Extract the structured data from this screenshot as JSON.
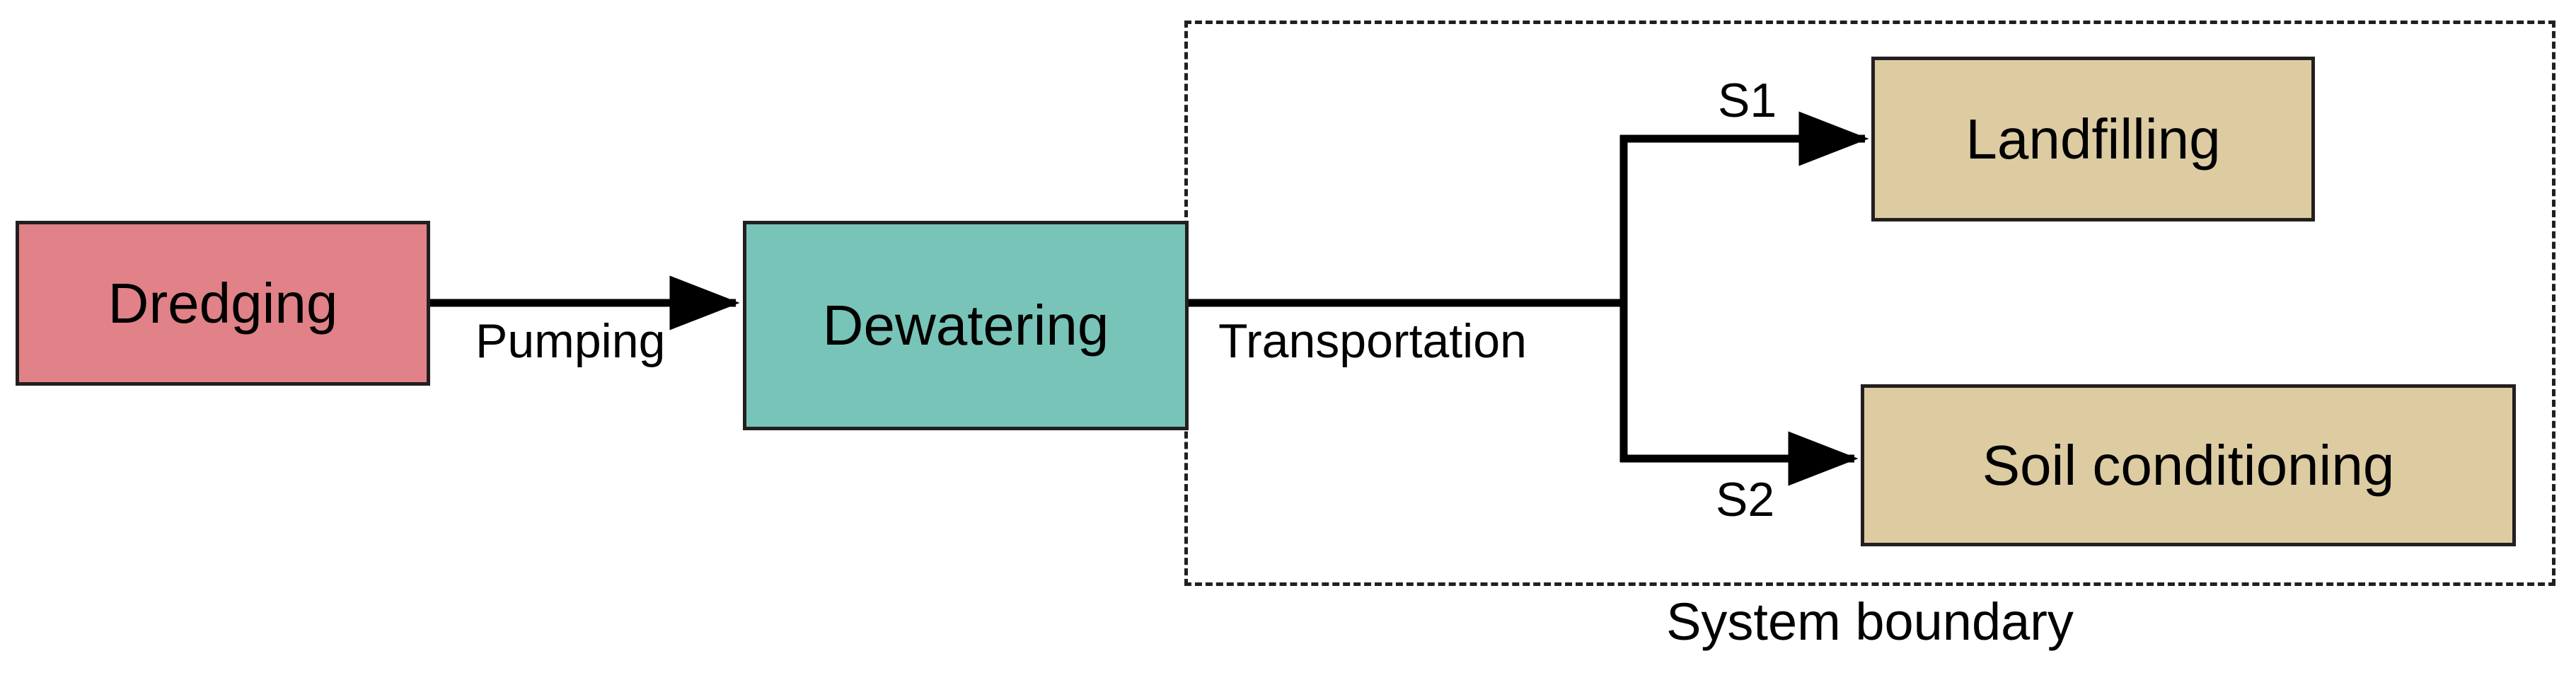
{
  "diagram": {
    "title_caption": "System boundary",
    "background_color": "#ffffff",
    "line_color": "#231f20"
  },
  "nodes": [
    {
      "id": "dredging",
      "label": "Dredging",
      "fill": "#E08287",
      "border": "#231f20",
      "inside_boundary": false
    },
    {
      "id": "dewatering",
      "label": "Dewatering",
      "fill": "#78C4B8",
      "border": "#231f20",
      "inside_boundary": false
    },
    {
      "id": "landfilling",
      "label": "Landfilling",
      "fill": "#DDCCA2",
      "border": "#231f20",
      "inside_boundary": true
    },
    {
      "id": "soil_conditioning",
      "label": "Soil conditioning",
      "fill": "#DDCCA2",
      "border": "#231f20",
      "inside_boundary": true
    }
  ],
  "edges": [
    {
      "id": "pumping",
      "label": "Pumping",
      "from": "dredging",
      "to": "dewatering",
      "arrow": true
    },
    {
      "id": "transportation",
      "label": "Transportation",
      "from": "dewatering",
      "to": "branch",
      "arrow": false
    },
    {
      "id": "s1",
      "label": "S1",
      "from": "branch",
      "to": "landfilling",
      "arrow": true
    },
    {
      "id": "s2",
      "label": "S2",
      "from": "branch",
      "to": "soil_conditioning",
      "arrow": true
    }
  ],
  "boundary": {
    "label": "System boundary",
    "style": "dashed",
    "contains": [
      "landfilling",
      "soil_conditioning"
    ]
  }
}
